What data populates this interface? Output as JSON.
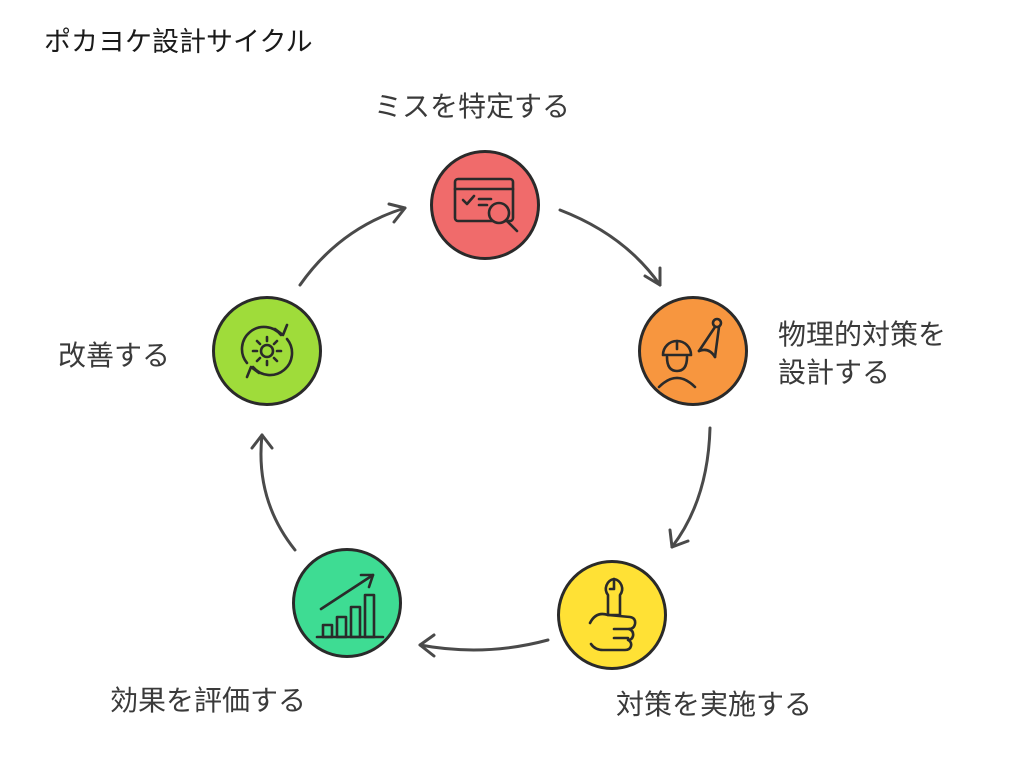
{
  "title": "ポカヨケ設計サイクル",
  "steps": [
    {
      "label": "ミスを特定する",
      "icon": "browser-search-icon",
      "color": "#f06b6b"
    },
    {
      "label": "物理的対策を\n設計する",
      "icon": "engineer-compass-icon",
      "color": "#f7963f"
    },
    {
      "label": "対策を実施する",
      "icon": "wrench-hand-icon",
      "color": "#ffe135"
    },
    {
      "label": "効果を評価する",
      "icon": "bar-chart-growth-icon",
      "color": "#3edc93"
    },
    {
      "label": "改善する",
      "icon": "cycle-gear-icon",
      "color": "#9fdc3a"
    }
  ]
}
